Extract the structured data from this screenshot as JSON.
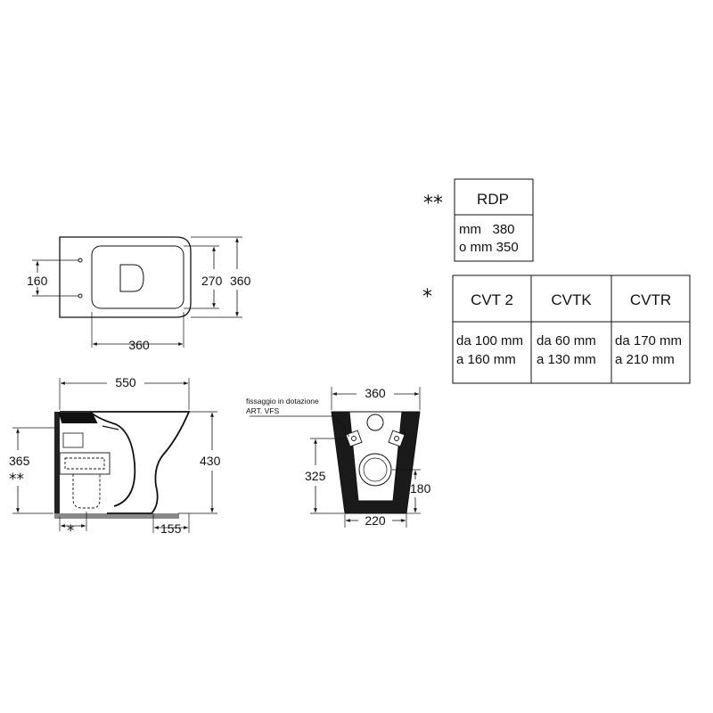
{
  "top_view": {
    "dim_width": "360",
    "dim_left": "160",
    "dim_inner": "270",
    "dim_outer": "360"
  },
  "side_view": {
    "dim_length": "550",
    "dim_height": "430",
    "dim_outlet": "365",
    "dim_outlet_mark": "**",
    "dim_offset_mark": "*",
    "dim_bottom": "155"
  },
  "rear_view": {
    "note_line1": "fissaggio in dotazione",
    "note_line2": "ART. VFS",
    "dim_top": "360",
    "dim_bottom": "220",
    "dim_left": "325",
    "dim_right": "180"
  },
  "rdp_table": {
    "mark": "**",
    "header": "RDP",
    "line1": "mm   380",
    "line2": "o mm 350"
  },
  "cvt_table": {
    "mark": "*",
    "columns": [
      {
        "header": "CVT 2",
        "line1": "da 100 mm",
        "line2": "a 160 mm"
      },
      {
        "header": "CVTK",
        "line1": "da 60 mm",
        "line2": "a 130 mm"
      },
      {
        "header": "CVTR",
        "line1": "da 170 mm",
        "line2": "a 210 mm"
      }
    ]
  }
}
